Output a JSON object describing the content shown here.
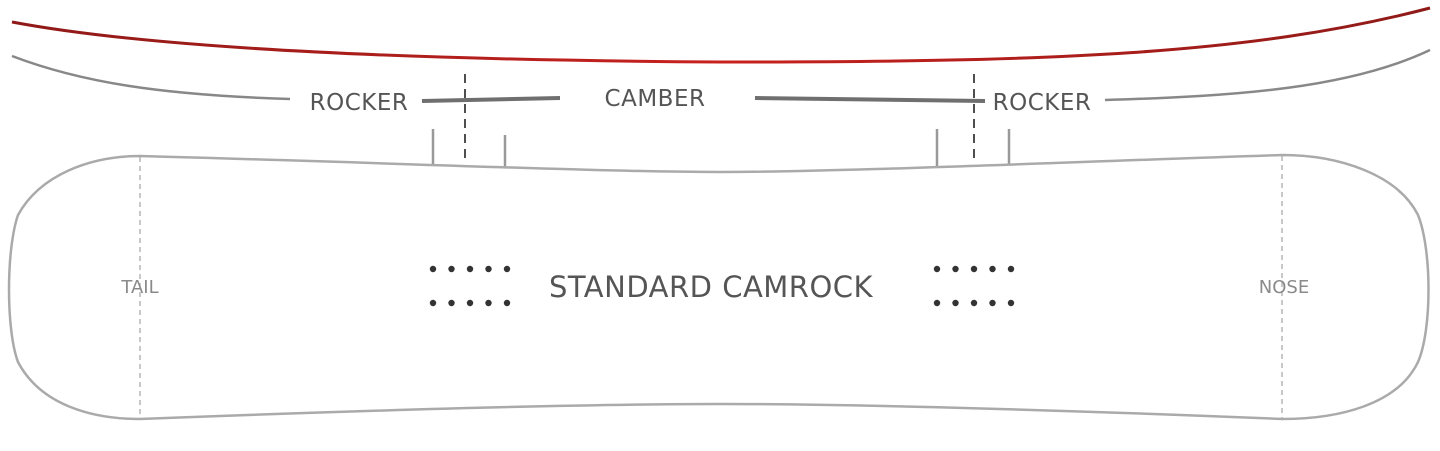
{
  "profile": {
    "rocker_left_label": "ROCKER",
    "camber_label": "CAMBER",
    "rocker_right_label": "ROCKER"
  },
  "board": {
    "tail_label": "TAIL",
    "nose_label": "NOSE",
    "model_name": "STANDARD CAMROCK",
    "insert_pattern": {
      "rows": 2,
      "columns": 5
    }
  },
  "colors": {
    "profile_highlight": "#c8211e",
    "profile_highlight_dark": "#8e1a18",
    "profile_line": "#777777",
    "board_outline": "#aaaaaa",
    "label_text": "#555555",
    "end_label_text": "#8a8a8a",
    "insert_dots": "#333333",
    "divider_dashes": "#222222"
  }
}
